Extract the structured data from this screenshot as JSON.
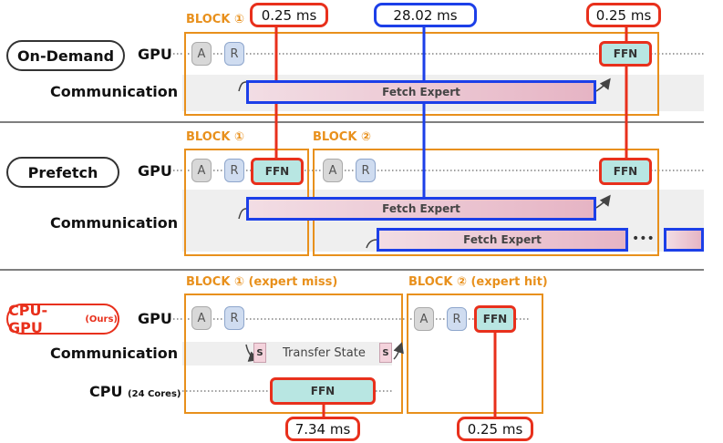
{
  "colors": {
    "block_orange": "#e8901c",
    "red": "#e8301c",
    "blue": "#1c3fe8",
    "ffn_fill": "#b8e6e2",
    "band_gray": "#efefef"
  },
  "timings": {
    "top_left": "0.25 ms",
    "top_center": "28.02 ms",
    "top_right": "0.25 ms",
    "bottom_left": "7.34 ms",
    "bottom_right": "0.25 ms"
  },
  "ondemand": {
    "name": "On-Demand",
    "gpu": "GPU",
    "comm": "Communication",
    "block": "BLOCK ①",
    "a": "A",
    "r": "R",
    "ffn": "FFN",
    "fetch": "Fetch Expert"
  },
  "prefetch": {
    "name": "Prefetch",
    "gpu": "GPU",
    "comm": "Communication",
    "block1": "BLOCK ①",
    "block2": "BLOCK ②",
    "a": "A",
    "r": "R",
    "ffn": "FFN",
    "fetch1": "Fetch Expert",
    "fetch2": "Fetch Expert",
    "dots": "•••"
  },
  "cpugpu": {
    "name": "CPU-GPU",
    "suffix": "(Ours)",
    "gpu": "GPU",
    "comm": "Communication",
    "cpu": "CPU",
    "cpu_suffix": "(24 Cores)",
    "block1": "BLOCK ① (expert miss)",
    "block2": "BLOCK ② (expert hit)",
    "a": "A",
    "r": "R",
    "ffn_gpu": "FFN",
    "ffn_cpu": "FFN",
    "s": "S",
    "transfer": "Transfer State"
  }
}
